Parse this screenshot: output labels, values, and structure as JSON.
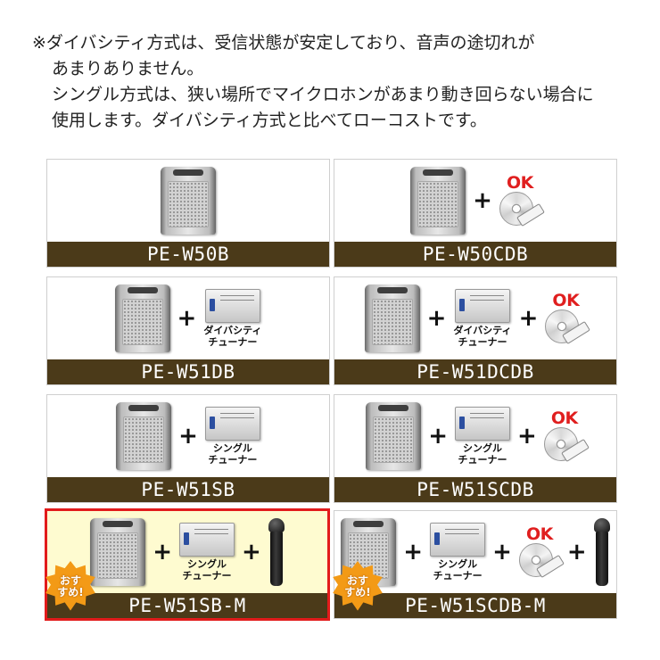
{
  "notes": {
    "line1": "※ダイバシティ方式は、受信状態が安定しており、音声の途切れが",
    "line2": "あまりありません。",
    "line3": "シングル方式は、狭い場所でマイクロホンがあまり動き回らない場合に",
    "line4": "使用します。ダイバシティ方式と比べてローコストです。"
  },
  "labels": {
    "ok": "OK",
    "diversity_tuner_1": "ダイバシティ",
    "diversity_tuner_2": "チューナー",
    "single_tuner_1": "シングル",
    "single_tuner_2": "チューナー",
    "plus": "+",
    "badge_1": "おす",
    "badge_2": "すめ!"
  },
  "products": [
    {
      "model": "PE-W50B"
    },
    {
      "model": "PE-W50CDB"
    },
    {
      "model": "PE-W51DB"
    },
    {
      "model": "PE-W51DCDB"
    },
    {
      "model": "PE-W51SB"
    },
    {
      "model": "PE-W51SCDB"
    },
    {
      "model": "PE-W51SB-M"
    },
    {
      "model": "PE-W51SCDB-M"
    }
  ],
  "colors": {
    "band": "#4b3a19",
    "featured_border": "#e21b1b",
    "featured_bg": "#fefbd0",
    "ok_text": "#e01f1f",
    "badge": "#f39a16"
  }
}
